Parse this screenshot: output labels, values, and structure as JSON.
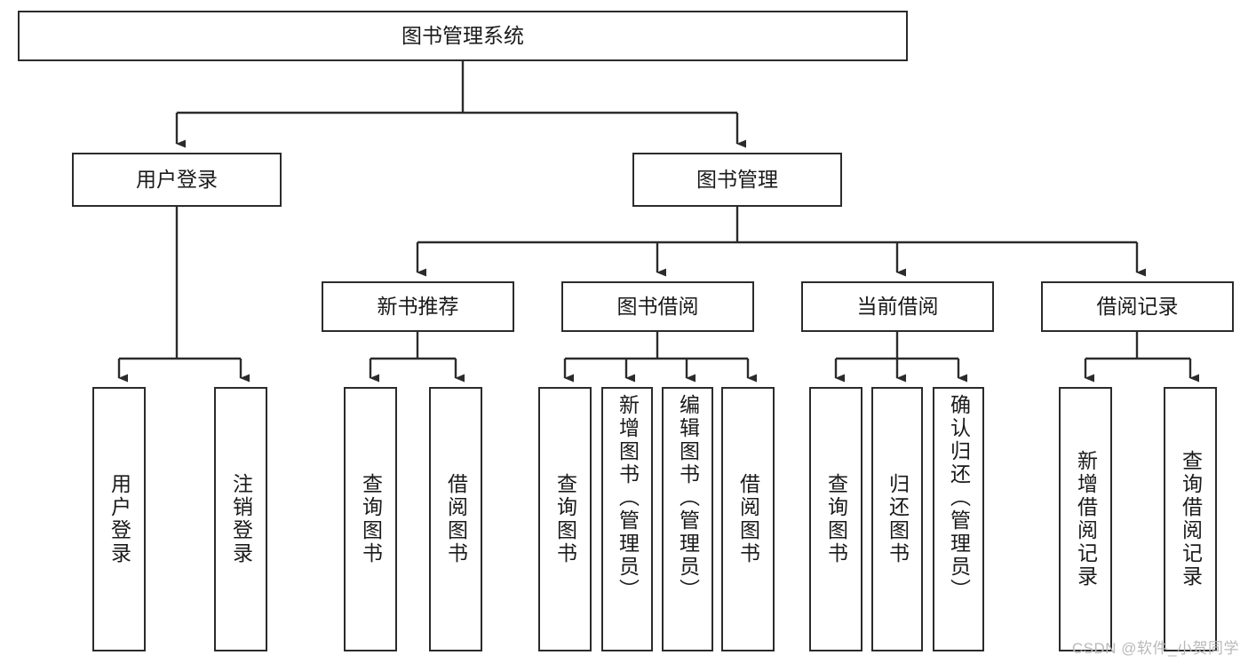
{
  "diagram": {
    "title": "图书管理系统",
    "type": "tree",
    "orientation": "top-down",
    "line_color": "#2b2b2b",
    "box_fill": "#ffffff",
    "text_color": "#1a1a1a",
    "watermark": "CSDN @软件_小贺同学",
    "nodes": {
      "root": {
        "label": "图书管理系统"
      },
      "level1": [
        {
          "id": "user-login",
          "label": "用户登录"
        },
        {
          "id": "book-manage",
          "label": "图书管理"
        }
      ],
      "level2": [
        {
          "id": "new-book-recommend",
          "label": "新书推荐",
          "parent": "book-manage"
        },
        {
          "id": "book-borrow",
          "label": "图书借阅",
          "parent": "book-manage"
        },
        {
          "id": "current-borrow",
          "label": "当前借阅",
          "parent": "book-manage"
        },
        {
          "id": "borrow-record",
          "label": "借阅记录",
          "parent": "book-manage"
        }
      ],
      "leaves": {
        "user_login": [
          {
            "id": "leaf-user-login",
            "label": "用户登录"
          },
          {
            "id": "leaf-logout",
            "label": "注销登录"
          }
        ],
        "new_book_recommend": [
          {
            "id": "leaf-query-book-1",
            "label": "查询图书"
          },
          {
            "id": "leaf-borrow-book-1",
            "label": "借阅图书"
          }
        ],
        "book_borrow": [
          {
            "id": "leaf-query-book-2",
            "label": "查询图书"
          },
          {
            "id": "leaf-add-book",
            "label": "新增图书（管理员）"
          },
          {
            "id": "leaf-edit-book",
            "label": "编辑图书（管理员）"
          },
          {
            "id": "leaf-borrow-book-2",
            "label": "借阅图书"
          }
        ],
        "current_borrow": [
          {
            "id": "leaf-query-book-3",
            "label": "查询图书"
          },
          {
            "id": "leaf-return-book",
            "label": "归还图书"
          },
          {
            "id": "leaf-confirm-return",
            "label": "确认归还（管理员）"
          }
        ],
        "borrow_record": [
          {
            "id": "leaf-add-record",
            "label": "新增借阅记录"
          },
          {
            "id": "leaf-query-record",
            "label": "查询借阅记录"
          }
        ]
      }
    }
  }
}
